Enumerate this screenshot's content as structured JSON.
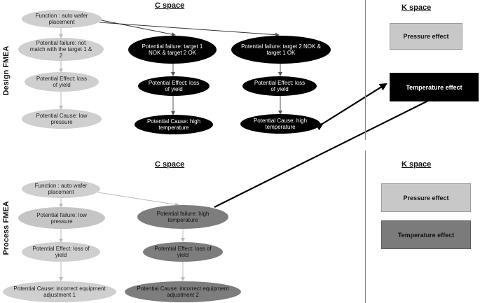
{
  "sections": {
    "design_label": "Design FMEA",
    "process_label": "Process FMEA",
    "c_space": "C space",
    "k_space": "K space"
  },
  "design": {
    "col1": {
      "function": "Function : auto wafer placement",
      "failure": "Potential failure: not match with the target 1 & 2",
      "effect": "Potential Effect: loss of yield",
      "cause": "Potential Cause: low pressure"
    },
    "col2": {
      "failure": "Potential failure: target 1 NOK & target 2 OK",
      "effect": "Potential Effect: loss of yield",
      "cause": "Potential Cause: high temperature"
    },
    "col3": {
      "failure": "Potential failure: target 2 NOK & target 1 OK",
      "effect": "Potential Effect: loss of yield",
      "cause": "Potential Cause: high temperature"
    },
    "k": {
      "pressure": "Pressure effect",
      "temperature": "Temperature effect"
    }
  },
  "process": {
    "col1": {
      "function": "Function : auto wafer placement",
      "failure": "Potential failure: low pressure",
      "effect": "Potential Effect: loss of yield",
      "cause": "Potential Cause: incorrect equipment adjustment 1"
    },
    "col2": {
      "failure": "Potential failure: high temperature",
      "effect": "Potential Effect: loss of yield",
      "cause": "Potential Cause: incorrect equipment adjustment 2"
    },
    "k": {
      "pressure": "Pressure effect",
      "temperature": "Temperature effect"
    }
  },
  "colors": {
    "light": "#cfcfcf",
    "black": "#000000",
    "mid": "#7d7d7d"
  }
}
